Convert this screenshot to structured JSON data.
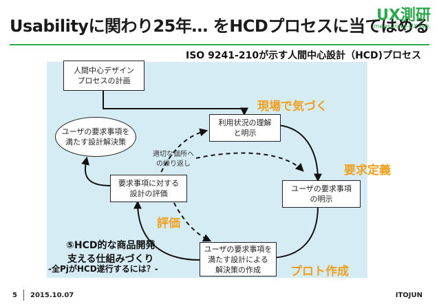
{
  "title": "Usabilityに関わり25年… をHCDプロセスに当てはめる",
  "logo": {
    "main": "UX測研",
    "sub": "measuring-UX lab."
  },
  "subtitle": "ISO 9241-210が示す人間中心設計（HCD)プロセス",
  "diagram": {
    "plan_box": [
      "人間中心デザイン",
      "プロセスの計画"
    ],
    "context_box": [
      "利用状況の理解",
      "と明示"
    ],
    "requirements_box": [
      "ユーザの要求事項",
      "の明示"
    ],
    "design_box": [
      "ユーザの要求事項を",
      "満たす設計による",
      "解決策の作成"
    ],
    "evaluation_box": [
      "要求事項に対する",
      "設計の評価"
    ],
    "goal_ellipse": [
      "ユーザの要求事項を",
      "満たす設計解決策"
    ],
    "iteration_note": [
      "適切な個所へ",
      "の繰り返し"
    ]
  },
  "stages": {
    "understand": "現場で気づく",
    "requirements": "要求定義",
    "evaluate": "評価",
    "prototype": "プロト作成"
  },
  "caption": {
    "lines": [
      "⑤HCD的な商品開発",
      "支える仕組みづくり"
    ],
    "sub": "-全PjがHCD遂行するには？-"
  },
  "footer": {
    "page": "5",
    "date": "2015.10.07",
    "author": "ITOJUN"
  },
  "colors": {
    "accent": "#2aa84a",
    "stage": "#f0a020",
    "panel": "#d6ecf5"
  }
}
